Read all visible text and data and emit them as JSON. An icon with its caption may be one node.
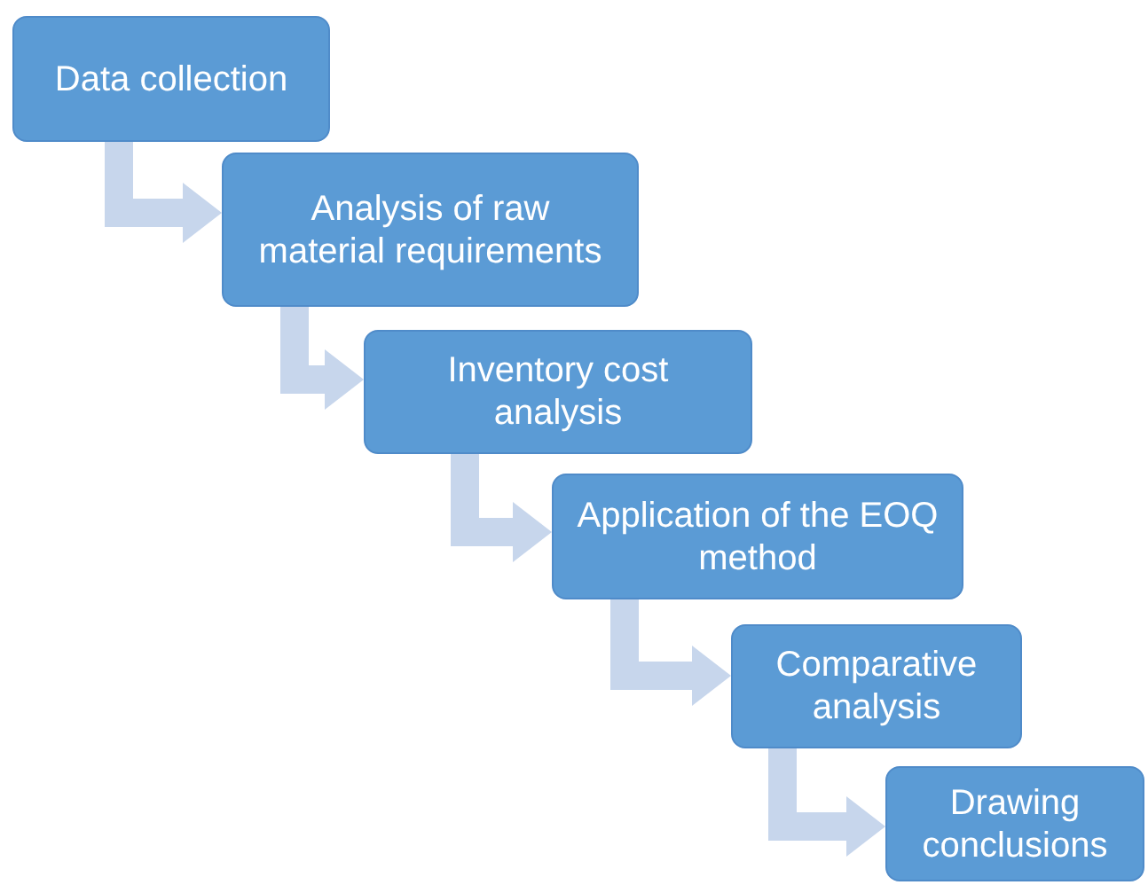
{
  "diagram": {
    "nodes": [
      {
        "text": [
          "Data collection"
        ]
      },
      {
        "text": [
          "Analysis of raw material requirements"
        ]
      },
      {
        "text": [
          "Inventory cost analysis"
        ]
      },
      {
        "text": [
          "Application of the EOQ method"
        ]
      },
      {
        "text": [
          "Comparative analysis"
        ]
      },
      {
        "text": [
          "Drawing conclusions"
        ]
      }
    ],
    "edges": [
      {
        "from": 0,
        "to": 1,
        "arrow": "to"
      },
      {
        "from": 1,
        "to": 2,
        "arrow": "to"
      },
      {
        "from": 2,
        "to": 3,
        "arrow": "to"
      },
      {
        "from": 3,
        "to": 4,
        "arrow": "to"
      },
      {
        "from": 4,
        "to": 5,
        "arrow": "to"
      }
    ]
  }
}
